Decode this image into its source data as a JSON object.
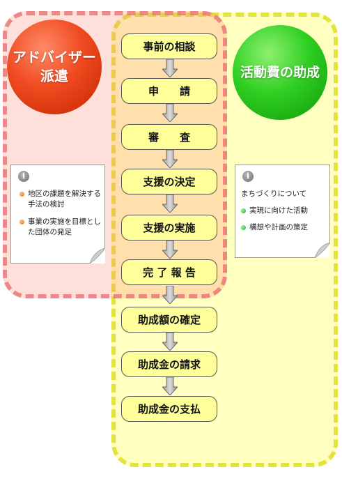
{
  "left_group": {
    "title_line1": "アドバイザー",
    "title_line2": "派遣",
    "color": "#f04a20"
  },
  "right_group": {
    "title": "活動費の助成",
    "color": "#2fcf22"
  },
  "steps": [
    {
      "label": "事前の相談"
    },
    {
      "label": "申　　請"
    },
    {
      "label": "審　　査"
    },
    {
      "label": "支援の決定"
    },
    {
      "label": "支援の実施"
    },
    {
      "label": "完 了 報 告"
    },
    {
      "label": "助成額の確定"
    },
    {
      "label": "助成金の請求"
    },
    {
      "label": "助成金の支払"
    }
  ],
  "left_note": {
    "icon": "info-icon",
    "items": [
      {
        "text": "地区の課題を解決する手法の検討",
        "dot_color": "#f07818"
      },
      {
        "text": "事業の実施を目標とした団体の発足",
        "dot_color": "#f07818"
      }
    ]
  },
  "right_note": {
    "icon": "info-icon",
    "intro": "まちづくりについて",
    "items": [
      {
        "text": "実現に向けた活動",
        "dot_color": "#22b022"
      },
      {
        "text": "構想や計画の策定",
        "dot_color": "#22b022"
      }
    ]
  }
}
